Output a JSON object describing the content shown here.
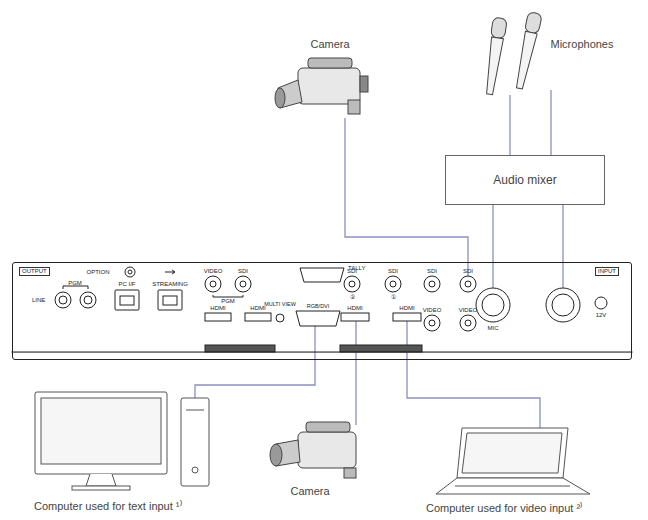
{
  "diagram": {
    "nodes": [
      {
        "text": [
          "OUTPUT",
          "INPUT"
        ]
      },
      {
        "text": [
          "Audio mixer"
        ]
      }
    ],
    "edges": [
      {
        "from": 1,
        "to": 0,
        "arrow": "none"
      },
      {
        "from": 1,
        "to": 0,
        "arrow": "none"
      }
    ],
    "labels": [
      "Camera",
      "Microphones",
      "OPTION",
      "LINE",
      "PGM",
      "PC I/F",
      "STREAMING",
      "VIDEO",
      "SDI",
      "PGM",
      "TALLY",
      "HDMI",
      "HDMI",
      "MULTI VIEW",
      "RGB/DVI",
      "SDI",
      "SDI",
      "②",
      "①",
      "HDMI",
      "HDMI",
      "SDI",
      "SDI",
      "VIDEO",
      "VIDEO",
      "MIC",
      "12V",
      "Camera",
      "Computer used for text input ¹⁾",
      "Computer used for video input ²⁾"
    ]
  }
}
